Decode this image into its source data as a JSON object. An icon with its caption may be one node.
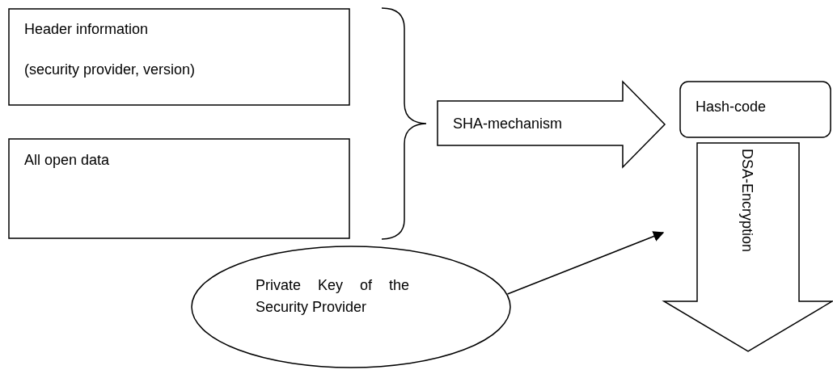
{
  "diagram": {
    "nodes": [
      {
        "text": [
          "Header information",
          "(security provider, version)"
        ]
      },
      {
        "text": [
          "All open data"
        ]
      },
      {
        "text": [
          "SHA-mechanism"
        ]
      },
      {
        "text": [
          "Hash-code"
        ]
      },
      {
        "text": [
          "DSA-Encryption"
        ]
      },
      {
        "text": [
          "Private Key of the Security Provider"
        ]
      }
    ],
    "edges": [
      {
        "from": 5,
        "to": 4,
        "arrow": "to"
      }
    ]
  }
}
